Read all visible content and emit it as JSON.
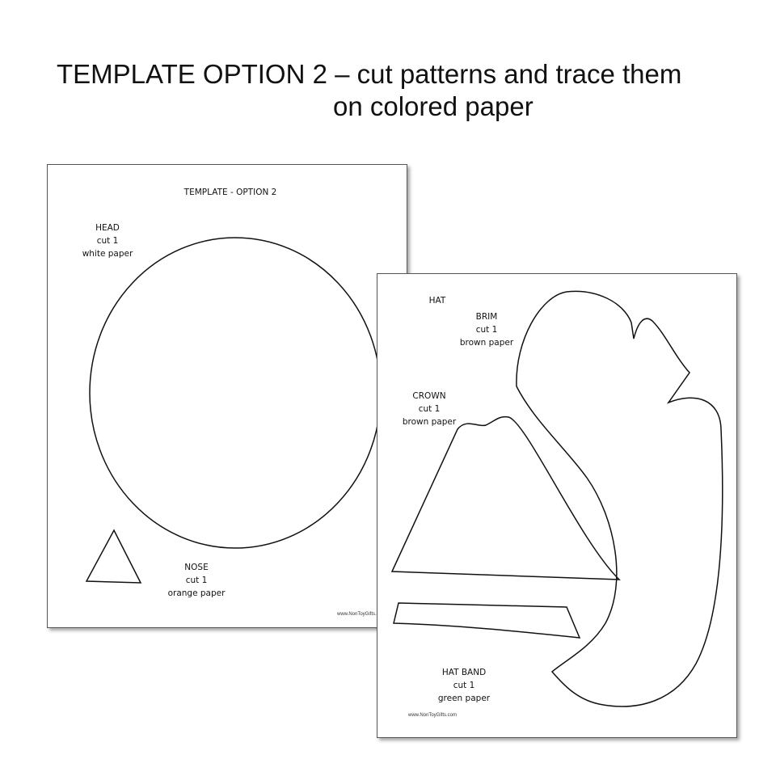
{
  "slide": {
    "title_line1": "TEMPLATE OPTION 2 – cut patterns and trace them",
    "title_line2": "on colored paper"
  },
  "left_page": {
    "heading": "TEMPLATE - OPTION 2",
    "head": {
      "name": "HEAD",
      "count": "cut 1",
      "paper": "white paper"
    },
    "nose": {
      "name": "NOSE",
      "count": "cut 1",
      "paper": "orange paper"
    },
    "footer": "www.NonToyGifts.com"
  },
  "right_page": {
    "hat": "HAT",
    "brim": {
      "name": "BRIM",
      "count": "cut 1",
      "paper": "brown paper"
    },
    "crown": {
      "name": "CROWN",
      "count": "cut 1",
      "paper": "brown paper"
    },
    "band": {
      "name": "HAT BAND",
      "count": "cut 1",
      "paper": "green paper"
    },
    "footer": "www.NonToyGifts.com"
  }
}
